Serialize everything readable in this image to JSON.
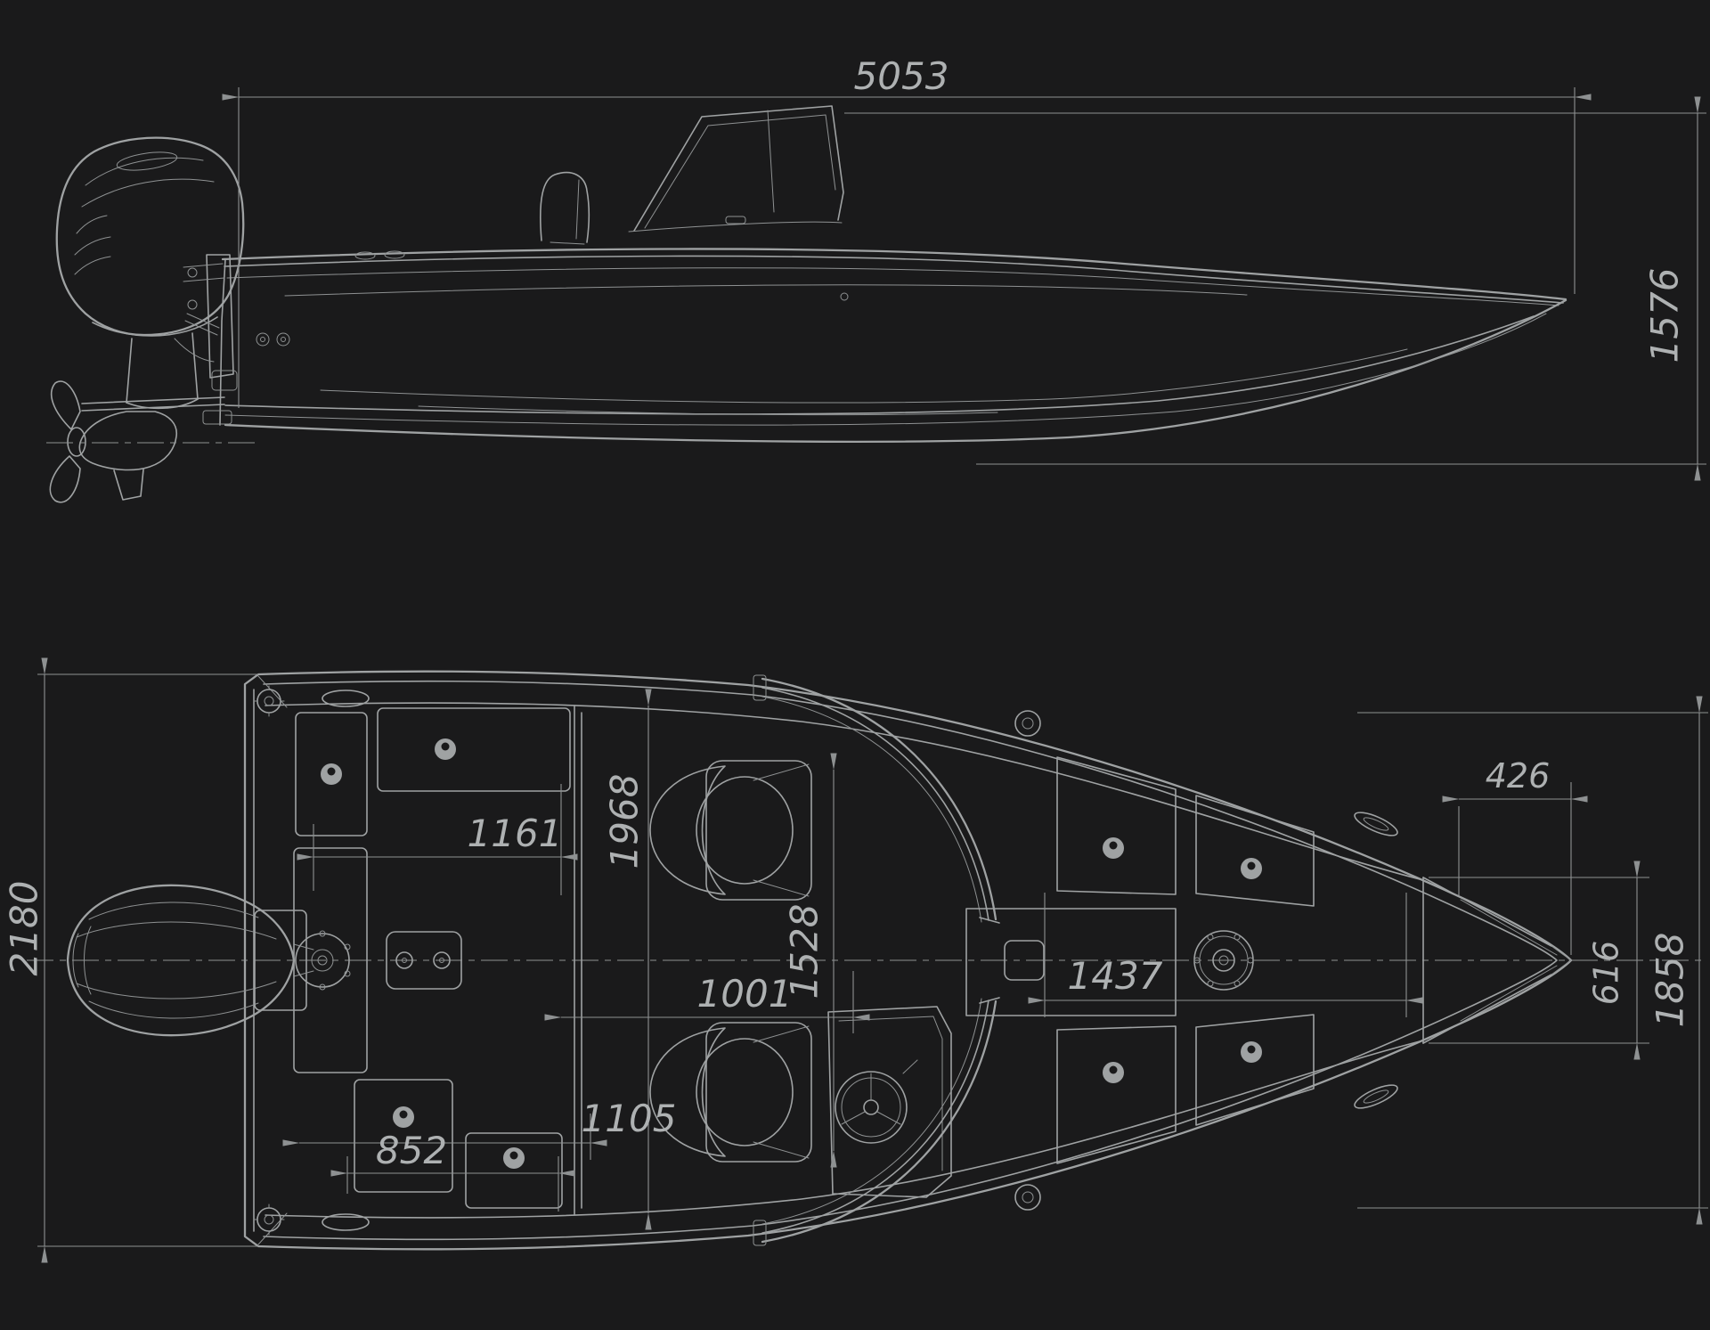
{
  "colors": {
    "background": "#1a1a1b",
    "line": "#9fa2a3",
    "line_dim": "#8e9192",
    "text": "#aeb1b2"
  },
  "drawing": {
    "views": {
      "side": "side-profile-view",
      "top": "plan-top-view"
    }
  },
  "dims": {
    "side": {
      "length": "5053",
      "height": "1576"
    },
    "top": {
      "beam": "2180",
      "aft_deck": "1161",
      "width_aft": "1968",
      "width_mid": "1528",
      "cockpit": "1001",
      "aft_cockpit": "1105",
      "aft_hatch": "852",
      "foredeck": "1437",
      "bow_inset": "426",
      "bow_width": "616",
      "fwd_beam": "1858"
    }
  }
}
